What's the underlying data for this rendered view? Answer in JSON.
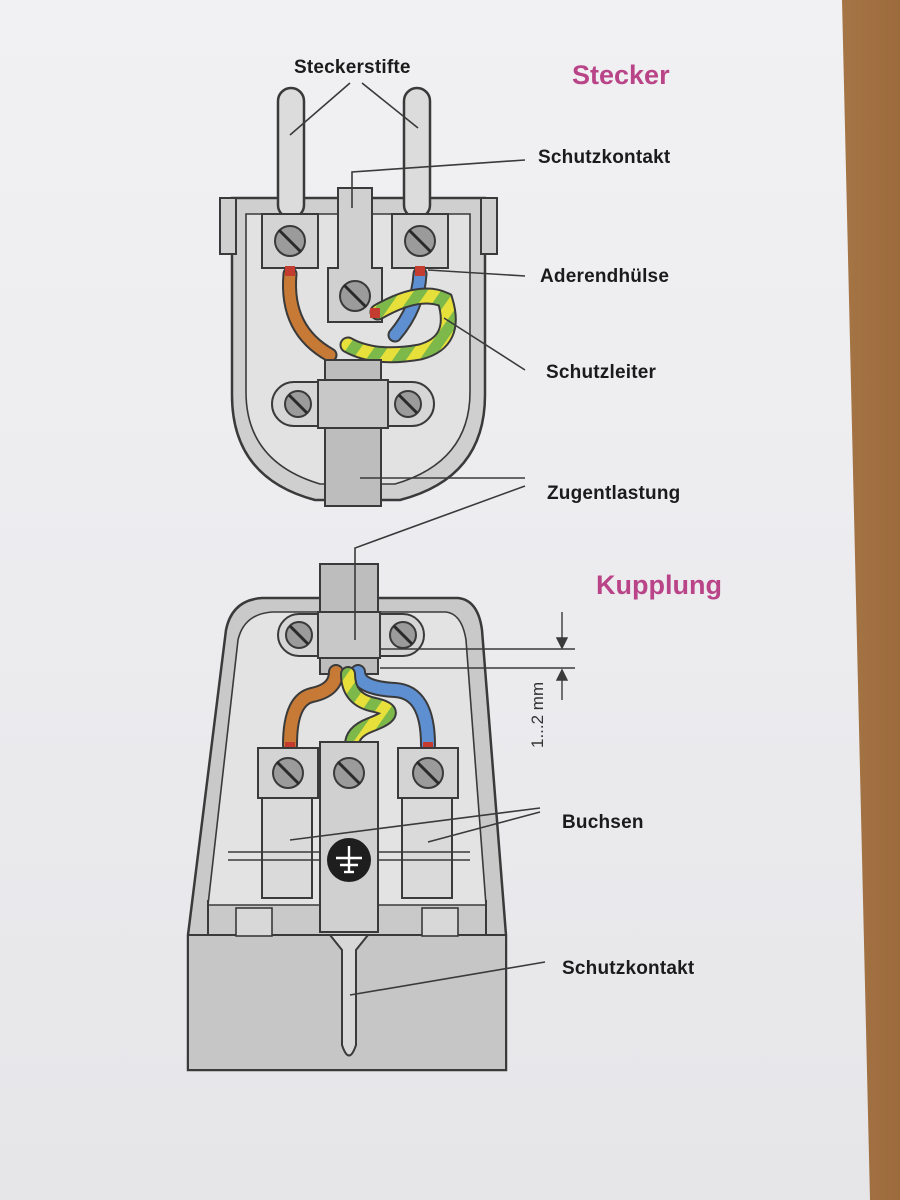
{
  "titles": {
    "plug": "Stecker",
    "coupler": "Kupplung"
  },
  "labels": {
    "plug_pins": "Steckerstifte",
    "earth_contact_top": "Schutzkontakt",
    "ferrule": "Aderendhülse",
    "earth_conductor": "Schutzleiter",
    "strain_relief": "Zugentlastung",
    "sockets": "Buchsen",
    "earth_contact_bottom": "Schutzkontakt"
  },
  "dimension": {
    "text": "1...2 mm"
  },
  "colors": {
    "title": "#b94488",
    "wire_brown": "#c77a35",
    "wire_blue": "#5e8fd0",
    "wire_green": "#7cb84a",
    "wire_yellow": "#e7e03a",
    "housing": "#c9c9c9",
    "ink": "#3a3a3a"
  },
  "icons": {
    "earth_symbol": "earth-ground-icon"
  }
}
